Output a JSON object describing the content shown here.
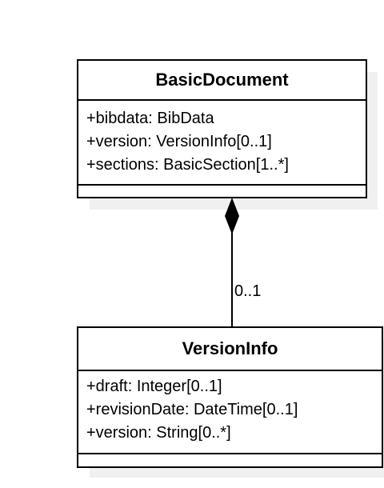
{
  "classes": [
    {
      "name": "BasicDocument",
      "attributes": [
        "+bibdata: BibData",
        "+version: VersionInfo[0..1]",
        "+sections: BasicSection[1..*]"
      ]
    },
    {
      "name": "VersionInfo",
      "attributes": [
        "+draft: Integer[0..1]",
        "+revisionDate: DateTime[0..1]",
        "+version: String[0..*]"
      ]
    }
  ],
  "association": {
    "type": "composition",
    "target_multiplicity": "0..1"
  }
}
